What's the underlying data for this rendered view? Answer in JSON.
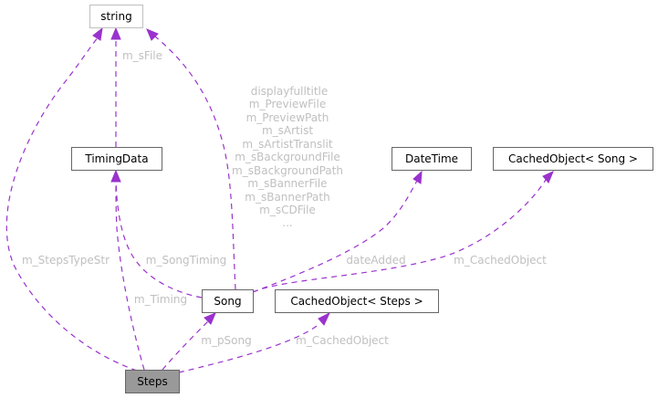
{
  "diagram": {
    "type": "collaboration-graph",
    "colors": {
      "edge": "#9a32cd",
      "label": "#c0c0c0",
      "focus_node_fill": "#999999",
      "node_border": "#666666",
      "ghost_node_border": "#bfbfbf"
    },
    "nodes": {
      "string": "string",
      "timingdata": "TimingData",
      "datetime": "DateTime",
      "cached_song": "CachedObject< Song >",
      "song": "Song",
      "cached_steps": "CachedObject< Steps >",
      "steps": "Steps"
    },
    "edges": {
      "timingdata_string": "m_sFile",
      "song_string": [
        "displayfulltitle",
        "m_PreviewFile",
        "m_PreviewPath",
        "m_sArtist",
        "m_sArtistTranslit",
        "m_sBackgroundFile",
        "m_sBackgroundPath",
        "m_sBannerFile",
        "m_sBannerPath",
        "m_sCDFile",
        "..."
      ],
      "steps_string": "m_StepsTypeStr",
      "song_timingdata": "m_SongTiming",
      "steps_timingdata": "m_Timing",
      "song_datetime": "dateAdded",
      "song_cached_song": "m_CachedObject",
      "steps_song": "m_pSong",
      "steps_cached_steps": "m_CachedObject"
    }
  }
}
